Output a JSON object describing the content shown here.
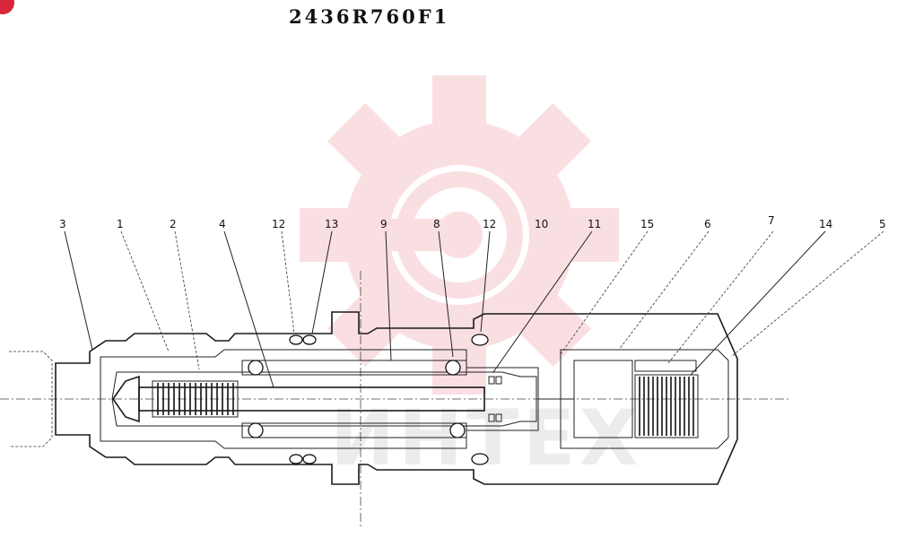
{
  "title": "2436R760F1",
  "watermark": {
    "text": "ИНТЕХ",
    "color": "#f7c6cc"
  },
  "badge_color": "#d8263a",
  "callouts": [
    {
      "id": "c3",
      "label": "3"
    },
    {
      "id": "c1",
      "label": "1"
    },
    {
      "id": "c2",
      "label": "2"
    },
    {
      "id": "c4",
      "label": "4"
    },
    {
      "id": "c12a",
      "label": "12"
    },
    {
      "id": "c13",
      "label": "13"
    },
    {
      "id": "c9",
      "label": "9"
    },
    {
      "id": "c8",
      "label": "8"
    },
    {
      "id": "c12b",
      "label": "12"
    },
    {
      "id": "c10",
      "label": "10"
    },
    {
      "id": "c11",
      "label": "11"
    },
    {
      "id": "c15",
      "label": "15"
    },
    {
      "id": "c6",
      "label": "6"
    },
    {
      "id": "c7",
      "label": "7"
    },
    {
      "id": "c14",
      "label": "14"
    },
    {
      "id": "c5",
      "label": "5"
    }
  ]
}
